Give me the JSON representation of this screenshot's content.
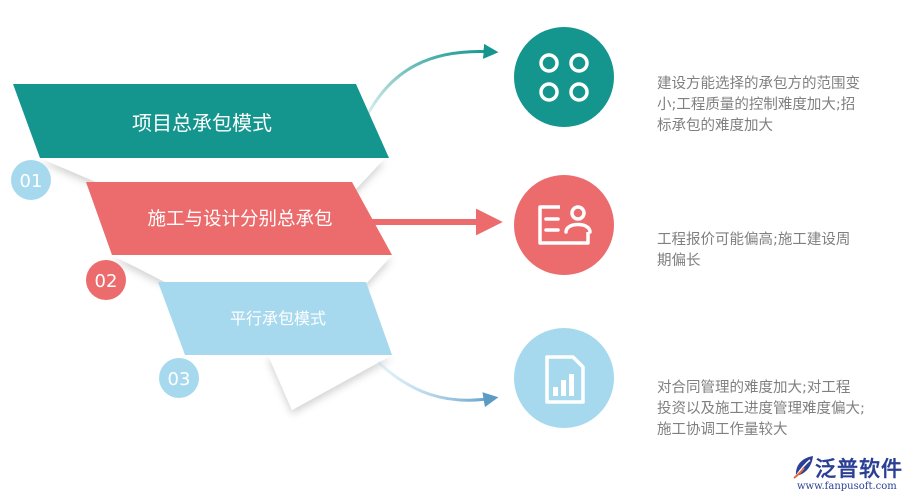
{
  "steps": [
    {
      "number": "01",
      "title": "项目总承包模式",
      "color": "#14968f"
    },
    {
      "number": "02",
      "title": "施工与设计分别总承包",
      "color": "#ec6b6c"
    },
    {
      "number": "03",
      "title": "平行承包模式",
      "color": "#a7d9ee"
    }
  ],
  "icons": [
    {
      "name": "four-circles-grid-icon",
      "color": "#14968f"
    },
    {
      "name": "id-card-icon",
      "color": "#ec6b6c"
    },
    {
      "name": "document-chart-icon",
      "color": "#a7d9ee"
    }
  ],
  "descriptions": [
    "建设方能选择的承包方的范围变\n小;工程质量的控制难度加大;招\n标承包的难度加大",
    "工程报价可能偏高;施工建设周\n期偏长",
    "对合同管理的难度加大;对工程\n投资以及施工进度管理难度偏大;\n施工协调工作量较大"
  ],
  "logo": {
    "name": "泛普软件",
    "url": "www.fanpusoft.com"
  }
}
